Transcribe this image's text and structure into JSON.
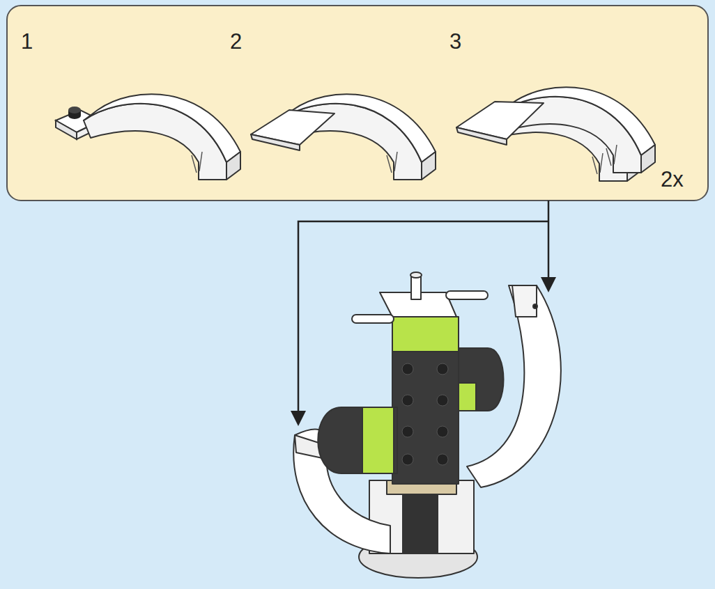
{
  "diagram": {
    "labels": [
      "1",
      "2",
      "3",
      "2x"
    ]
  }
}
